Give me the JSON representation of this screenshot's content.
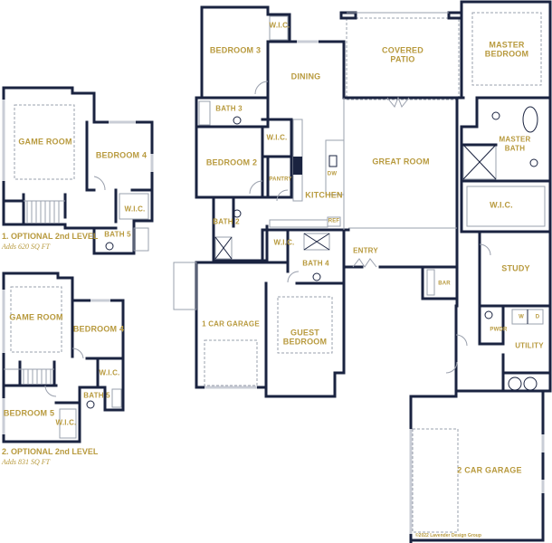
{
  "plan": {
    "main_level": {
      "rooms": {
        "bedroom3": "BEDROOM 3",
        "wic_bed3": "W.I.C.",
        "dining": "DINING",
        "covered_patio_1": "COVERED",
        "covered_patio_2": "PATIO",
        "master_bedroom_1": "MASTER",
        "master_bedroom_2": "BEDROOM",
        "bath3": "BATH 3",
        "wic_bed2": "W.I.C.",
        "bedroom2": "BEDROOM 2",
        "pantry": "PANTRY",
        "kitchen": "KITCHEN",
        "dw": "DW",
        "ref": "REF",
        "great_room": "GREAT ROOM",
        "master_bath_1": "MASTER",
        "master_bath_2": "BATH",
        "wic_master": "W.I.C.",
        "bath2": "BATH 2",
        "wic_guest": "W.I.C.",
        "bath4": "BATH 4",
        "entry": "ENTRY",
        "study": "STUDY",
        "bar": "BAR",
        "one_car_garage": "1 CAR GARAGE",
        "guest_bedroom_1": "GUEST",
        "guest_bedroom_2": "BEDROOM",
        "pwdr": "PWDR",
        "washer": "W",
        "dryer": "D",
        "utility": "UTILITY",
        "two_car_garage": "2 CAR GARAGE"
      },
      "copyright": "©2022 Lavender Design Group"
    },
    "option1": {
      "rooms": {
        "game_room": "GAME ROOM",
        "bedroom4": "BEDROOM 4",
        "wic": "W.I.C.",
        "bath5": "BATH 5"
      },
      "title": "1. OPTIONAL 2nd LEVEL",
      "area": "Adds 620 SQ FT"
    },
    "option2": {
      "rooms": {
        "game_room": "GAME ROOM",
        "bedroom4": "BEDROOM 4",
        "wic_bed4": "W.I.C.",
        "bath5": "BATH 5",
        "bedroom5": "BEDROOM 5",
        "wic_bed5": "W.I.C."
      },
      "title": "2. OPTIONAL 2nd LEVEL",
      "area": "Adds 831 SQ FT"
    },
    "colors": {
      "wall": "#1a2340",
      "label": "#b89a3e",
      "background": "#ffffff"
    }
  }
}
